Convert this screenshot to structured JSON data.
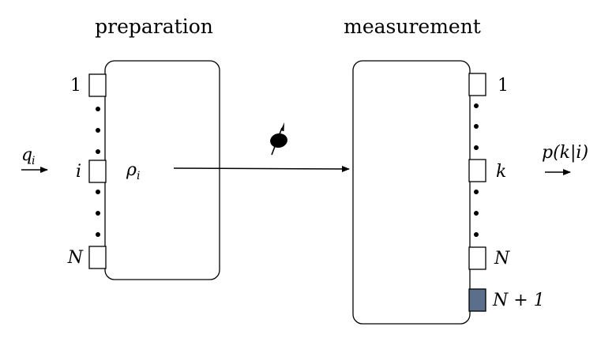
{
  "preparation": {
    "title": "preparation",
    "input_symbol": "q",
    "input_subscript": "i",
    "state_symbol": "ρ",
    "state_subscript": "i",
    "ports": [
      "1",
      "i",
      "N"
    ]
  },
  "measurement": {
    "title": "measurement",
    "output_prob": "p(k|i)",
    "ports": [
      "1",
      "k",
      "N",
      "N + 1"
    ],
    "extra_port_color": "#5b6e8c"
  },
  "colors": {
    "stroke": "#000000",
    "background": "#ffffff"
  },
  "icons": {
    "qubit": "spin-arrow-icon"
  }
}
